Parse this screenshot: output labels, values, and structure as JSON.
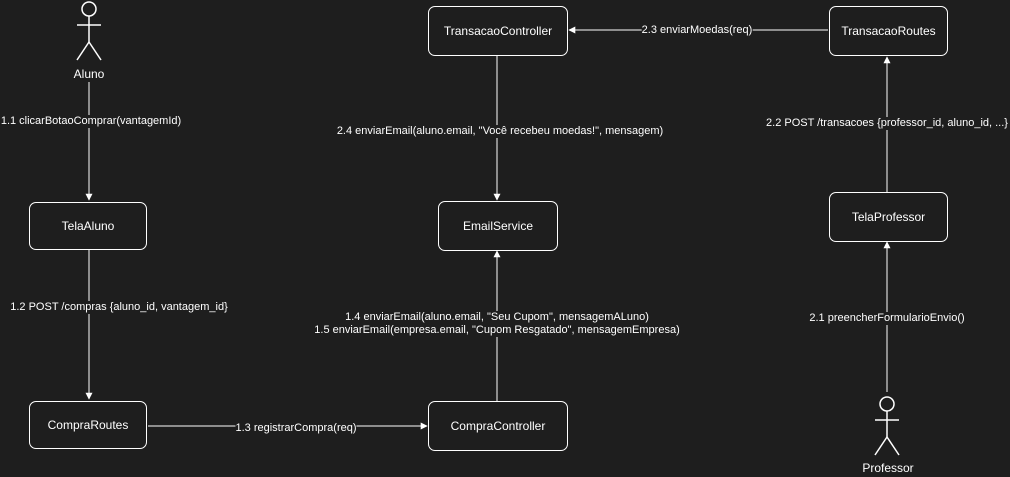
{
  "diagram": {
    "actors": {
      "aluno": "Aluno",
      "professor": "Professor"
    },
    "nodes": {
      "tela_aluno": "TelaAluno",
      "compra_routes": "CompraRoutes",
      "compra_controller": "CompraController",
      "email_service": "EmailService",
      "transacao_controller": "TransacaoController",
      "transacao_routes": "TransacaoRoutes",
      "tela_professor": "TelaProfessor"
    },
    "messages": {
      "m1_1": "1.1 clicarBotaoComprar(vantagemId)",
      "m1_2": "1.2 POST /compras {aluno_id, vantagem_id}",
      "m1_3": "1.3 registrarCompra(req)",
      "m1_4": "1.4 enviarEmail(aluno.email, \"Seu Cupom\", mensagemALuno)",
      "m1_5": "1.5 enviarEmail(empresa.email, \"Cupom Resgatado\", mensagemEmpresa)",
      "m2_1": "2.1 preencherFormularioEnvio()",
      "m2_2": "2.2 POST /transacoes {professor_id, aluno_id, ...}",
      "m2_3": "2.3 enviarMoedas(req)",
      "m2_4": "2.4 enviarEmail(aluno.email, \"Você recebeu moedas!\", mensagem)"
    },
    "colors": {
      "background": "#1e1e1e",
      "stroke": "#ffffff"
    }
  }
}
